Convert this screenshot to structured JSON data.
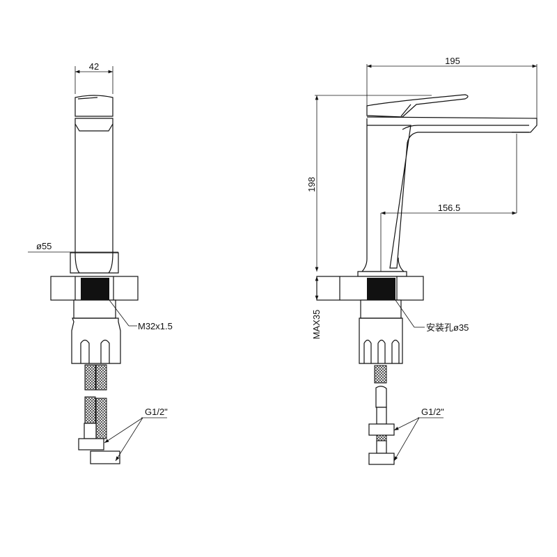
{
  "front_view": {
    "width_dim": "42",
    "base_dia_dim": "ø55",
    "thread_label": "M32x1.5",
    "hose_fitting_label": "G1/2\""
  },
  "side_view": {
    "length_dim": "195",
    "height_dim": "198",
    "reach_dim": "156.5",
    "max_deck_dim": "MAX35",
    "hole_label": "安装孔ø35",
    "hose_fitting_label": "G1/2\""
  },
  "colors": {
    "line": "#111111",
    "background": "#ffffff"
  }
}
